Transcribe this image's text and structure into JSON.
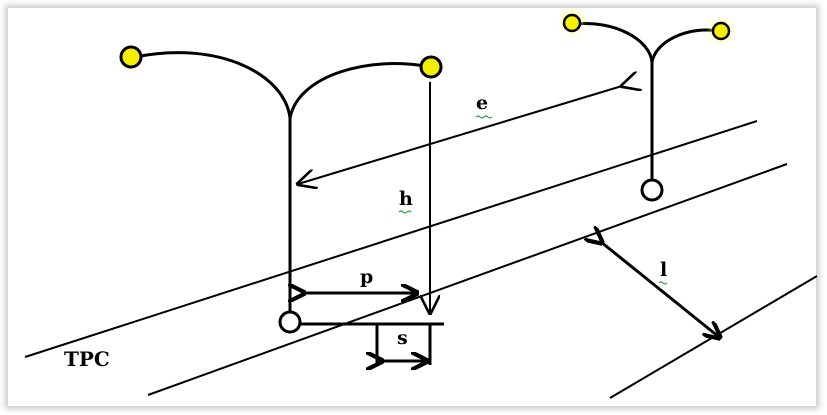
{
  "labels": {
    "e": "e",
    "h": "h",
    "p": "p",
    "s": "s",
    "l": "l",
    "tpc": "TPC"
  },
  "colors": {
    "lamp": "#f4f000",
    "line": "#000000",
    "spell_underline": "#2e9d2e"
  }
}
